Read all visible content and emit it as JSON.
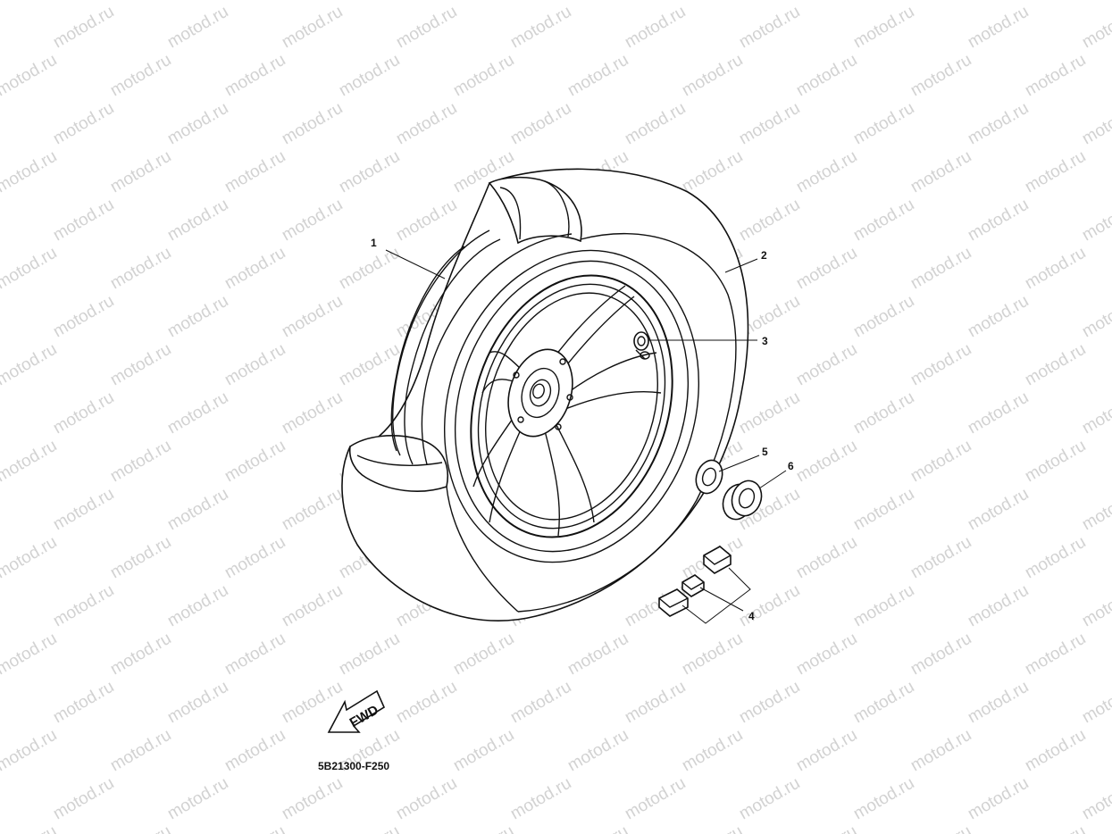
{
  "watermark": {
    "text": "motod.ru"
  },
  "diagram_code": "5B21300-F250",
  "fwd_label": "FWD",
  "callouts": [
    {
      "id": "1",
      "label": "1"
    },
    {
      "id": "2",
      "label": "2"
    },
    {
      "id": "3",
      "label": "3"
    },
    {
      "id": "4",
      "label": "4"
    },
    {
      "id": "5",
      "label": "5"
    },
    {
      "id": "6",
      "label": "6"
    }
  ]
}
